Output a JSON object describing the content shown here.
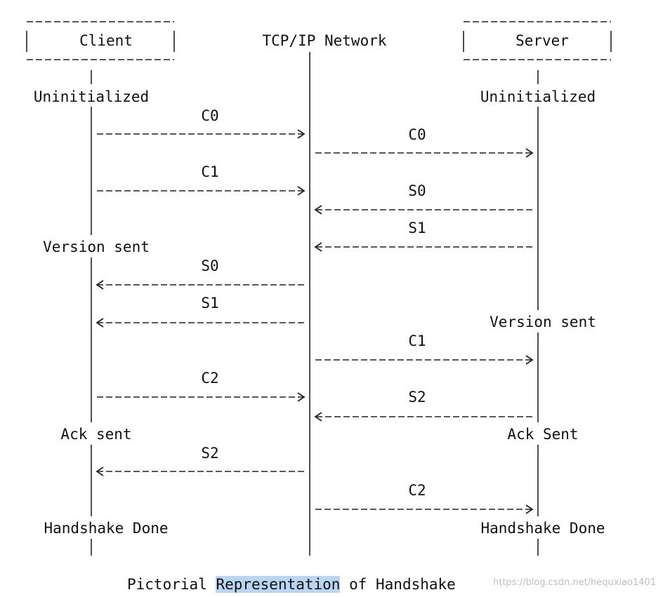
{
  "actors": {
    "client": "Client",
    "network": "TCP/IP Network",
    "server": "Server"
  },
  "states": {
    "client_uninitialized": "Uninitialized",
    "server_uninitialized": "Uninitialized",
    "client_version_sent": "Version sent",
    "server_version_sent": "Version sent",
    "client_ack_sent": "Ack sent",
    "server_ack_sent": "Ack Sent",
    "client_done": "Handshake Done",
    "server_done": "Handshake Done"
  },
  "messages": [
    {
      "label": "C0",
      "from": "client",
      "to": "network"
    },
    {
      "label": "C0",
      "from": "network",
      "to": "server"
    },
    {
      "label": "C1",
      "from": "client",
      "to": "network"
    },
    {
      "label": "S0",
      "from": "server",
      "to": "network"
    },
    {
      "label": "S1",
      "from": "server",
      "to": "network"
    },
    {
      "label": "S0",
      "from": "network",
      "to": "client"
    },
    {
      "label": "S1",
      "from": "network",
      "to": "client"
    },
    {
      "label": "C1",
      "from": "network",
      "to": "server"
    },
    {
      "label": "C2",
      "from": "client",
      "to": "network"
    },
    {
      "label": "S2",
      "from": "server",
      "to": "network"
    },
    {
      "label": "S2",
      "from": "network",
      "to": "client"
    },
    {
      "label": "C2",
      "from": "network",
      "to": "server"
    }
  ],
  "caption": {
    "before": "Pictorial ",
    "highlight": "Representation",
    "after": " of Handshake"
  },
  "watermark": "https://blog.csdn.net/hequxiao1401"
}
